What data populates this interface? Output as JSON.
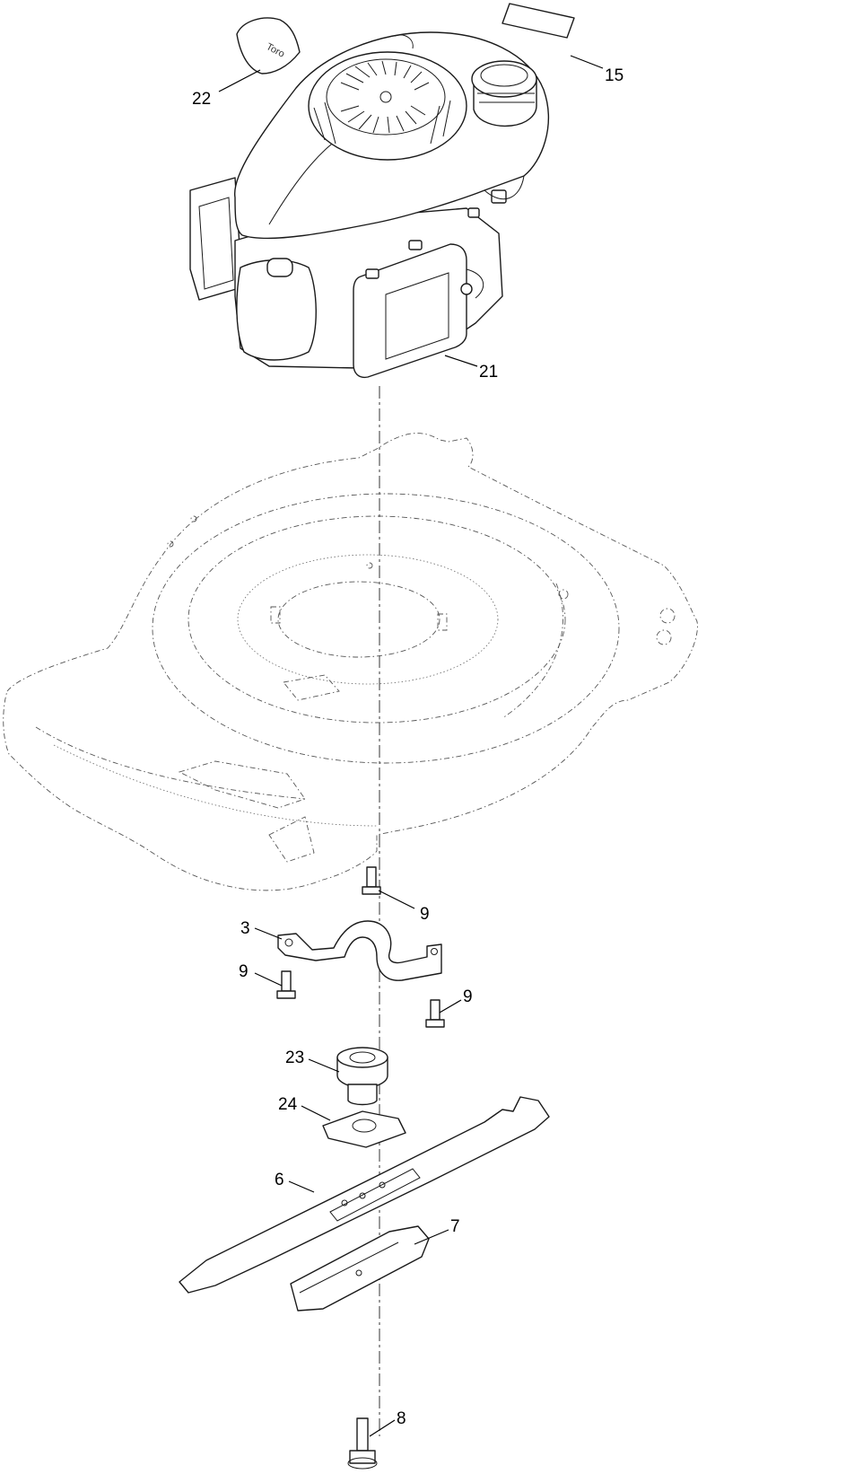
{
  "callouts": {
    "c15": "15",
    "c22": "22",
    "c21": "21",
    "c9_top": "9",
    "c3": "3",
    "c9_left": "9",
    "c9_right": "9",
    "c23": "23",
    "c24": "24",
    "c6": "6",
    "c7": "7",
    "c8": "8"
  },
  "decal_text": "Toro"
}
